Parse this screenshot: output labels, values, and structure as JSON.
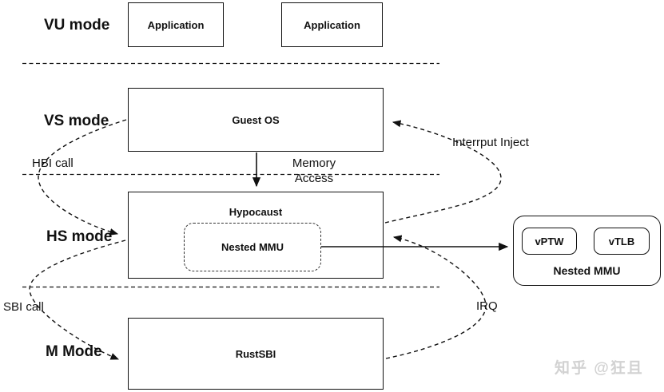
{
  "modes": {
    "vu": "VU mode",
    "vs": "VS mode",
    "hs": "HS mode",
    "m": "M Mode"
  },
  "boxes": {
    "application_1": "Application",
    "application_2": "Application",
    "guest_os": "Guest OS",
    "hypocaust": "Hypocaust",
    "nested_mmu_inner": "Nested MMU",
    "rustsbi": "RustSBI",
    "nested_mmu_unit": {
      "title": "Nested MMU",
      "vptw": "vPTW",
      "vtlb": "vTLB"
    }
  },
  "edges": {
    "hbi_call": "HBI call",
    "sbi_call": "SBI call",
    "memory_access": "Memory Access",
    "interrupt_inject": "Interrput Inject",
    "irq": "IRQ"
  },
  "watermark": "知乎 @狂且",
  "colors": {
    "line": "#111111",
    "watermark": "#d2d2d2"
  }
}
